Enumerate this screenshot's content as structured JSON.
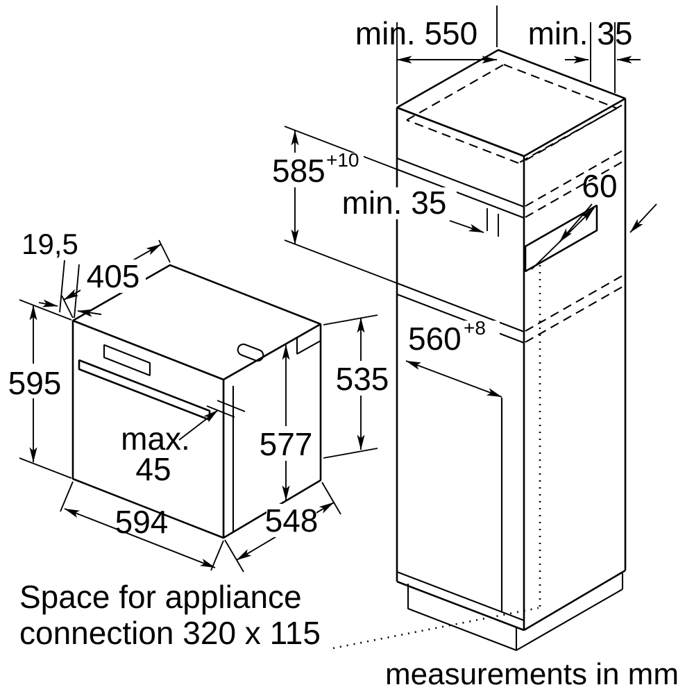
{
  "diagram": {
    "background": "#ffffff",
    "line_color": "#000000",
    "footer": "measurements in mm",
    "connection_note": {
      "line1": "Space for appliance",
      "line2": "connection 320 x 115"
    },
    "oven": {
      "front_offset": "19,5",
      "top_depth": "405",
      "height": "595",
      "handle_max_prefix": "max.",
      "handle_max_value": "45",
      "width": "594",
      "depth": "548",
      "body_height": "577",
      "rear_height": "535"
    },
    "niche": {
      "min_depth": "min. 550",
      "top_rear_clearance": "min. 35",
      "mid_rear_clearance": "min. 35",
      "height": "585",
      "height_tolerance": "+10",
      "vent_depth": "60",
      "width": "560",
      "width_tolerance": "+8"
    }
  }
}
